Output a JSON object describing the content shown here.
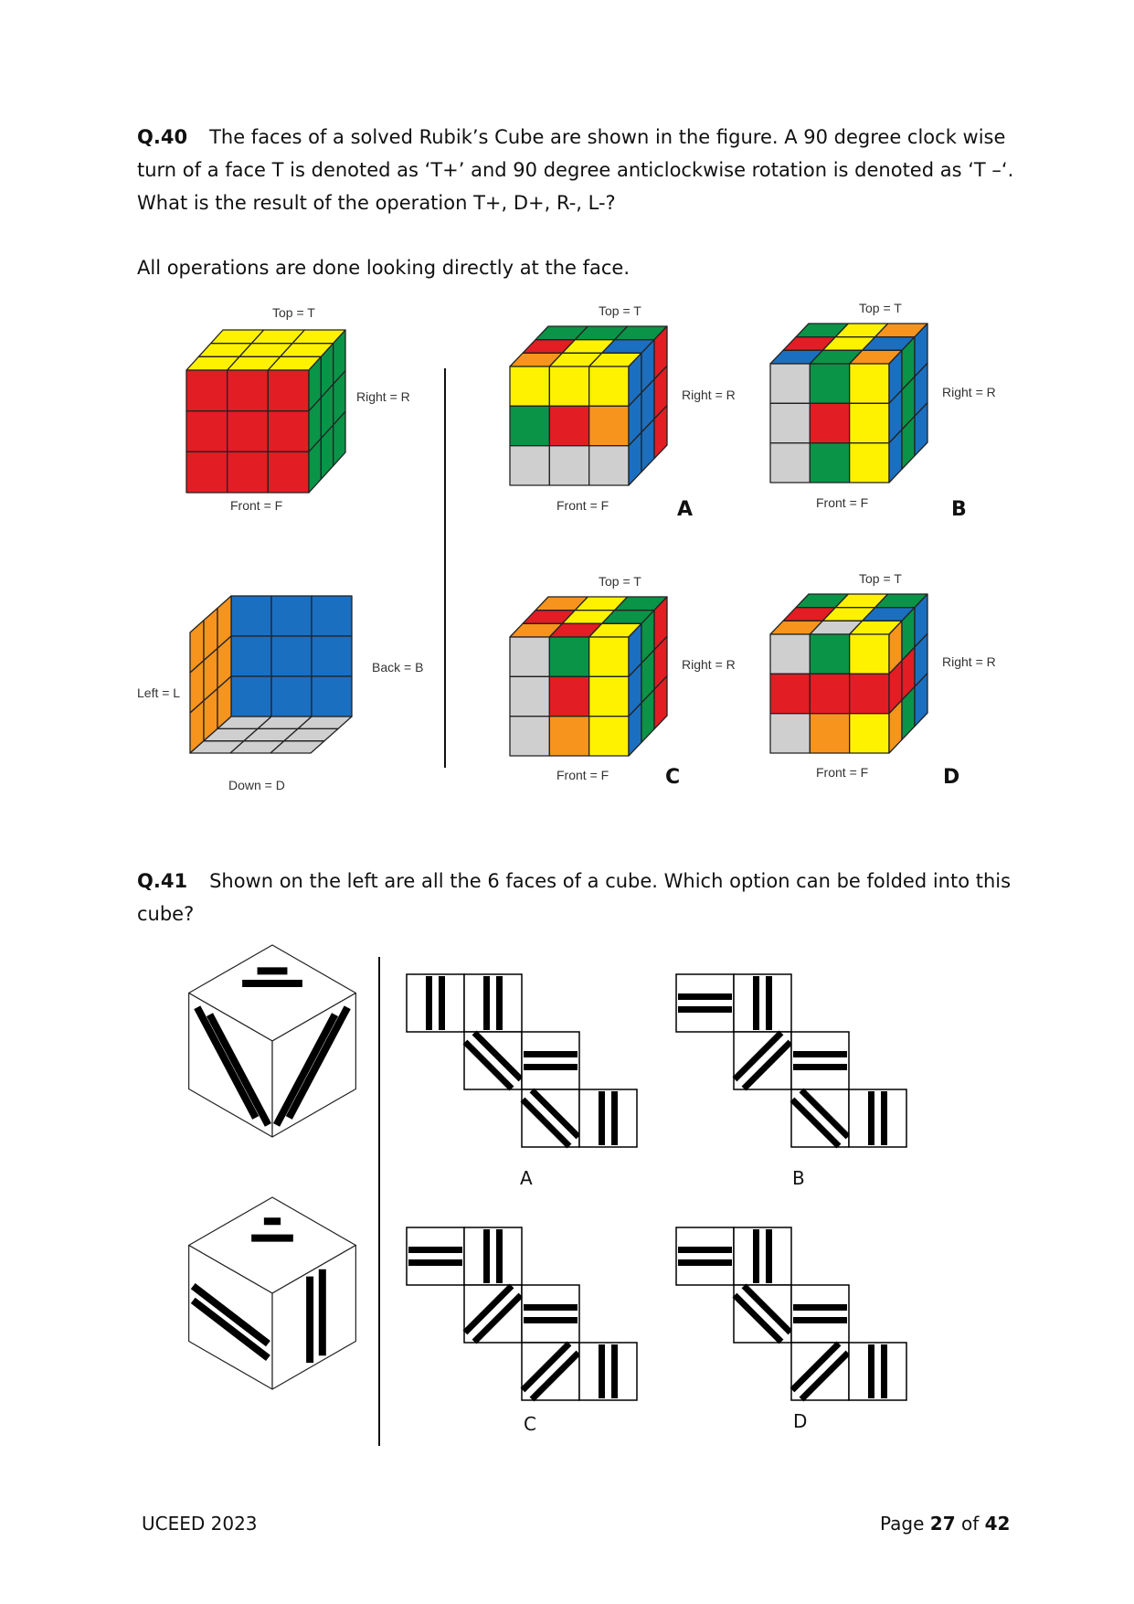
{
  "q40": {
    "number": "Q.40",
    "text_line1": "The faces of a solved Rubik’s Cube are shown in the figure. A 90 degree clock wise",
    "text_line2": "turn of a face T is denoted as ‘T+’ and 90 degree anticlockwise rotation is denoted as ‘T –‘.",
    "text_line3": "What is the result of the operation T+, D+, R-, L-?",
    "note": "All operations are done looking directly at the face.",
    "labels": {
      "top": "Top = T",
      "right": "Right = R",
      "front": "Front = F",
      "back": "Back = B",
      "left": "Left = L",
      "down": "Down = D"
    },
    "options": [
      "A",
      "B",
      "C",
      "D"
    ],
    "colors": {
      "red": "#e21d24",
      "yellow": "#fff200",
      "green": "#0a9447",
      "blue": "#1b6fc0",
      "orange": "#f7941d",
      "gray": "#cfcfcf",
      "white": "#ffffff"
    }
  },
  "q41": {
    "number": "Q.41",
    "text_line1": "Shown on the left are all the 6 faces of a cube. Which option can be folded into this",
    "text_line2": "cube?",
    "options": [
      "A",
      "B",
      "C",
      "D"
    ]
  },
  "footer": {
    "left": "UCEED 2023",
    "page_prefix": "Page ",
    "page_current": "27",
    "page_of": " of ",
    "page_total": "42"
  }
}
